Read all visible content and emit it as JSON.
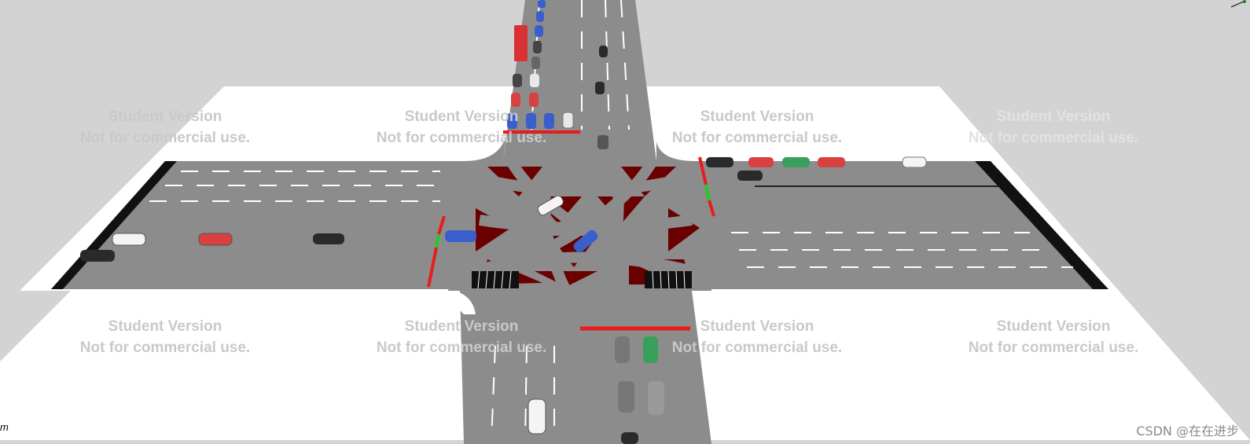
{
  "scene": {
    "description_type": "traffic-intersection-simulation",
    "colors": {
      "background": "#d3d3d3",
      "ground": "#ffffff",
      "road": "#8c8c8c",
      "conflict_zone": "#6b0000",
      "lane_marking": "#ffffff",
      "signal_red": "#e81c1c",
      "signal_green": "#22cc22"
    }
  },
  "watermarks": [
    {
      "line1": "Student Version",
      "line2": "Not for commercial use."
    },
    {
      "line1": "Student Version",
      "line2": "Not for commercial use."
    },
    {
      "line1": "Student Version",
      "line2": "Not for commercial use."
    },
    {
      "line1": "Student Version",
      "line2": "Not for commercial use."
    },
    {
      "line1": "Student Version",
      "line2": "Not for commercial use."
    },
    {
      "line1": "Student Version",
      "line2": "Not for commercial use."
    },
    {
      "line1": "Student Version",
      "line2": "Not for commercial use."
    },
    {
      "line1": "Student Version",
      "line2": "Not for commercial use."
    }
  ],
  "credit": "CSDN @在在进步",
  "corner_mark": "m"
}
